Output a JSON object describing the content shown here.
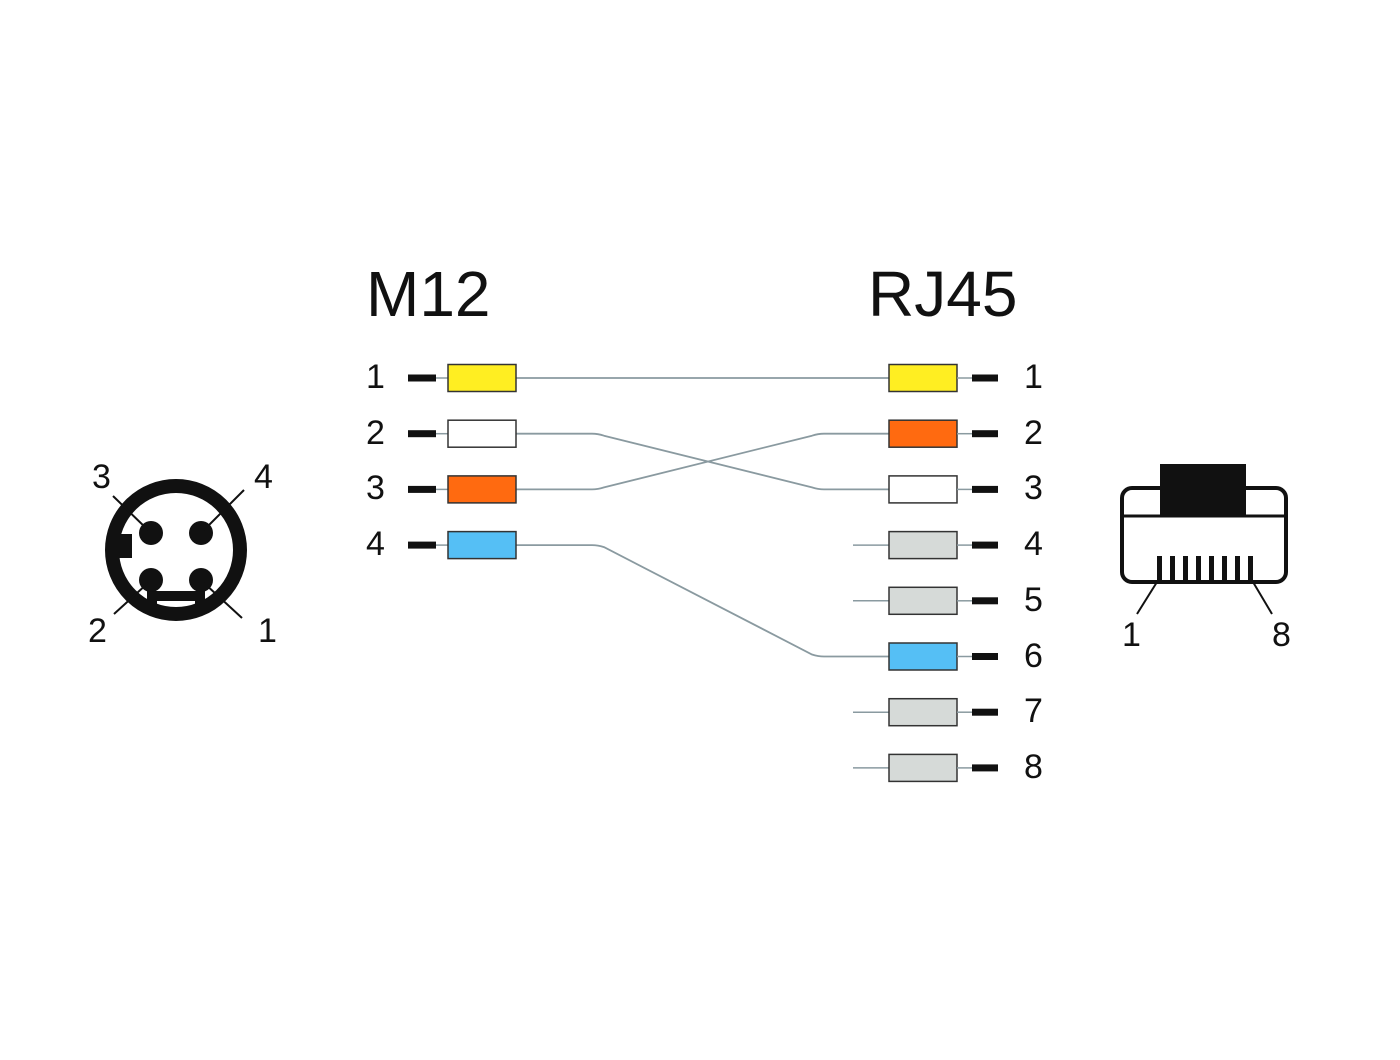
{
  "m12": {
    "title": "M12",
    "pins": [
      {
        "label": "1",
        "color": "#ffee22"
      },
      {
        "label": "2",
        "color": "#ffffff"
      },
      {
        "label": "3",
        "color": "#ff6a10"
      },
      {
        "label": "4",
        "color": "#55bff5"
      }
    ]
  },
  "rj45": {
    "title": "RJ45",
    "pins": [
      {
        "label": "1",
        "color": "#ffee22"
      },
      {
        "label": "2",
        "color": "#ff6a10"
      },
      {
        "label": "3",
        "color": "#ffffff"
      },
      {
        "label": "4",
        "color": "#d6dad8"
      },
      {
        "label": "5",
        "color": "#d6dad8"
      },
      {
        "label": "6",
        "color": "#55bff5"
      },
      {
        "label": "7",
        "color": "#d6dad8"
      },
      {
        "label": "8",
        "color": "#d6dad8"
      }
    ]
  },
  "wiring": [
    {
      "m12": "1",
      "rj45": "1"
    },
    {
      "m12": "2",
      "rj45": "3"
    },
    {
      "m12": "3",
      "rj45": "2"
    },
    {
      "m12": "4",
      "rj45": "6"
    }
  ],
  "m12_face": {
    "pin_labels": {
      "top_left": "3",
      "top_right": "4",
      "bottom_left": "2",
      "bottom_right": "1"
    }
  },
  "rj45_face": {
    "pin_labels": {
      "left": "1",
      "right": "8"
    }
  }
}
